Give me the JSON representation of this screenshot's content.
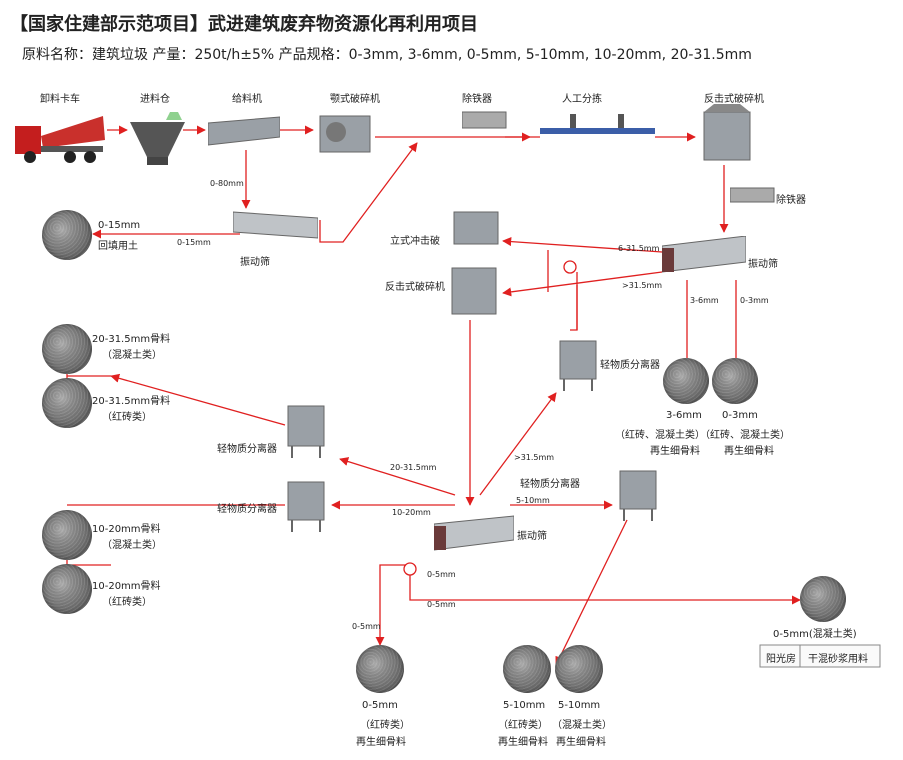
{
  "header": {
    "title": "【国家住建部示范项目】武进建筑废弃物资源化再利用项目",
    "subtitle": "原料名称：建筑垃圾    产量：250t/h±5%  产品规格：0-3mm, 3-6mm, 0-5mm, 5-10mm, 10-20mm, 20-31.5mm"
  },
  "equipment": {
    "truck": "卸料卡车",
    "hopper": "进料仓",
    "feeder": "给料机",
    "jaw": "颚式破碎机",
    "iron1": "除铁器",
    "manual": "人工分拣",
    "impact1": "反击式破碎机",
    "iron2": "除铁器",
    "screen1": "振动筛",
    "screen2": "振动筛",
    "vsi": "立式冲击破",
    "impact2": "反击式破碎机",
    "light1": "轻物质分离器",
    "light2": "轻物质分离器",
    "light3": "轻物质分离器",
    "light4": "轻物质分离器",
    "screen3": "振动筛"
  },
  "flows": {
    "f1": "0-80mm",
    "f2": "0-15mm",
    "f3": "6-31.5mm",
    "f4": ">31.5mm",
    "f5": "3-6mm",
    "f6": "0-3mm",
    "f7": "20-31.5mm",
    "f8": ">31.5mm",
    "f9": "5-10mm",
    "f10": "10-20mm",
    "f11": "0-5mm",
    "f12": "0-5mm",
    "f13": "0-5mm"
  },
  "products": {
    "p1_size": "0-15mm",
    "p1_use": "回填用土",
    "p2_size": "20-31.5mm骨料",
    "p2_use": "（混凝土类）",
    "p3_size": "20-31.5mm骨料",
    "p3_use": "（红砖类）",
    "p4_size": "10-20mm骨料",
    "p4_use": "（混凝土类）",
    "p5_size": "10-20mm骨料",
    "p5_use": "（红砖类）",
    "p6_size": "3-6mm",
    "p6_use": "（红砖、混凝土类）",
    "p6_type": "再生细骨料",
    "p7_size": "0-3mm",
    "p7_use": "（红砖、混凝土类）",
    "p7_type": "再生细骨料",
    "p8_size": "0-5mm(混凝土类)",
    "p9_size": "0-5mm",
    "p9_use": "（红砖类）",
    "p9_type": "再生细骨料",
    "p10_size": "5-10mm",
    "p10_use": "（红砖类）",
    "p10_type": "再生细骨料",
    "p11_size": "5-10mm",
    "p11_use": "（混凝土类）",
    "p11_type": "再生细骨料"
  },
  "boxes": {
    "b1": "阳光房",
    "b2": "干混砂浆用料"
  },
  "colors": {
    "arrow": "#e02020",
    "machine": "#8a8f96"
  }
}
